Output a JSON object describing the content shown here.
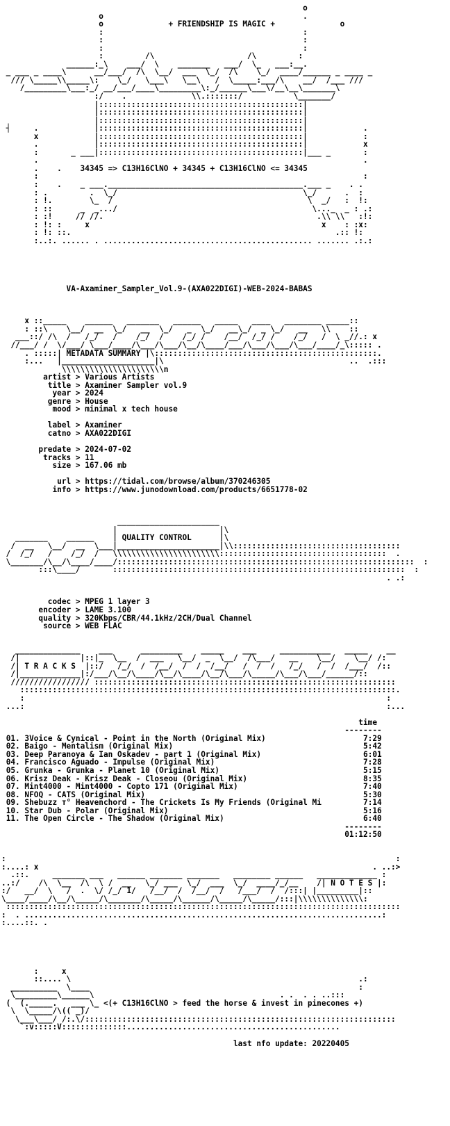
{
  "nfo": {
    "header_title": "+ FRIENDSHIP IS MAGIC +",
    "formula": "34345 => C13H16ClNO + 34345 + C13H16ClNO <= 34345",
    "release": "VA-Axaminer_Sampler_Vol.9-(AXA022DIGI)-WEB-2024-BABAS",
    "section_metadata": "METADATA SUMMARY",
    "section_quality": "QUALITY CONTROL",
    "section_tracks": "T R A C K S",
    "section_notes": "N O T E S",
    "footer_tagline": "<(+ C13H16ClNO > feed the horse & invest in pinecones +)",
    "last_update": "last nfo update: 20220405"
  },
  "metadata": {
    "artist": "Various Artists",
    "title": "Axaminer Sampler vol.9",
    "year": "2024",
    "genre": "House",
    "mood": "minimal x tech house",
    "label": "Axaminer",
    "catno": "AXA022DIGI",
    "predate": "2024-07-02",
    "tracks": "11",
    "size": "167.06 mb",
    "url": "https://tidal.com/browse/album/370246305",
    "info": "https://www.junodownload.com/products/6651778-02"
  },
  "quality": {
    "codec": "MPEG 1 layer 3",
    "encoder": "LAME 3.100",
    "quality": "320Kbps/CBR/44.1kHz/2CH/Dual Channel",
    "source": "WEB FLAC"
  },
  "tracks_header": "time",
  "tracks": [
    {
      "num": "01.",
      "name": "3Voice & Cynical - Point in the North (Original Mix)",
      "time": "7:29"
    },
    {
      "num": "02.",
      "name": "Baigo - Mentalism (Original Mix)",
      "time": "5:42"
    },
    {
      "num": "03.",
      "name": "Deep Paranoya & Ian Oskadev - part 1 (Original Mix)",
      "time": "6:01"
    },
    {
      "num": "04.",
      "name": "Francisco Aguado - Impulse (Original Mix)",
      "time": "7:28"
    },
    {
      "num": "05.",
      "name": "Grunka - Grunka - Planet 10 (Original Mix)",
      "time": "5:15"
    },
    {
      "num": "06.",
      "name": "Krisz Deak - Krisz Deak - Closeou (Original Mix)",
      "time": "8:35"
    },
    {
      "num": "07.",
      "name": "Mint4000 - Mint4000 - Copto 171 (Original Mix)",
      "time": "7:40"
    },
    {
      "num": "08.",
      "name": "NFOQ - CATS (Original Mix)",
      "time": "5:30"
    },
    {
      "num": "09.",
      "name": "Shebuzz т° Heavenchord - The Crickets Is My Friends (Original Mi",
      "time": "7:14"
    },
    {
      "num": "10.",
      "name": "Star Dub - Polar (Original Mix)",
      "time": "5:16"
    },
    {
      "num": "11.",
      "name": "The Open Circle - The Shadow (Original Mix)",
      "time": "6:40"
    }
  ],
  "total_time": "01:12:50"
}
